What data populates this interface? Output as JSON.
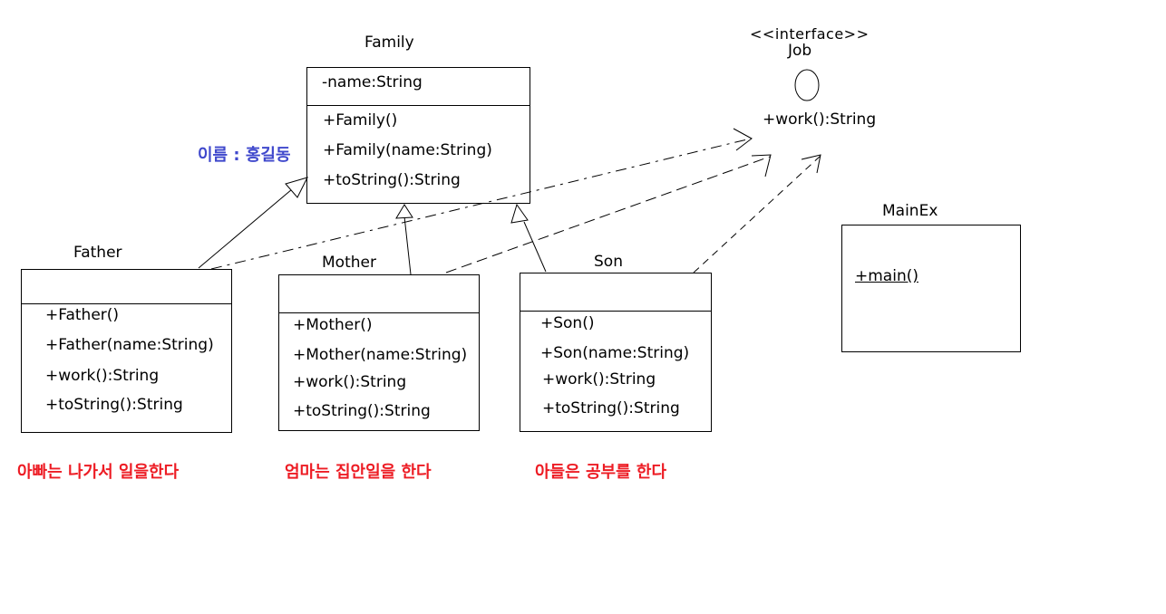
{
  "family": {
    "name": "Family",
    "attributes": [
      "-name:String"
    ],
    "methods": [
      "+Family()",
      "+Family(name:String)",
      "+toString():String"
    ]
  },
  "job": {
    "stereotype": "<<interface>>",
    "name": "Job",
    "methods": [
      "+work():String"
    ]
  },
  "father": {
    "name": "Father",
    "methods": [
      "+Father()",
      "+Father(name:String)",
      "+work():String",
      "+toString():String"
    ]
  },
  "mother": {
    "name": "Mother",
    "methods": [
      "+Mother()",
      "+Mother(name:String)",
      "+work():String",
      "+toString():String"
    ]
  },
  "son": {
    "name": "Son",
    "methods": [
      "+Son()",
      "+Son(name:String)",
      "+work():String",
      "+toString():String"
    ]
  },
  "mainex": {
    "name": "MainEx",
    "methods": [
      "+main()"
    ]
  },
  "notes": {
    "name_note": "이름 : 홍길동",
    "father_note": "아빠는 나가서 일을한다",
    "mother_note": "엄마는 집안일을 한다",
    "son_note": "아들은 공부를 한다"
  },
  "colors": {
    "line": "#000000",
    "name_note": "#3f48cc",
    "notes": "#ed1c24"
  }
}
